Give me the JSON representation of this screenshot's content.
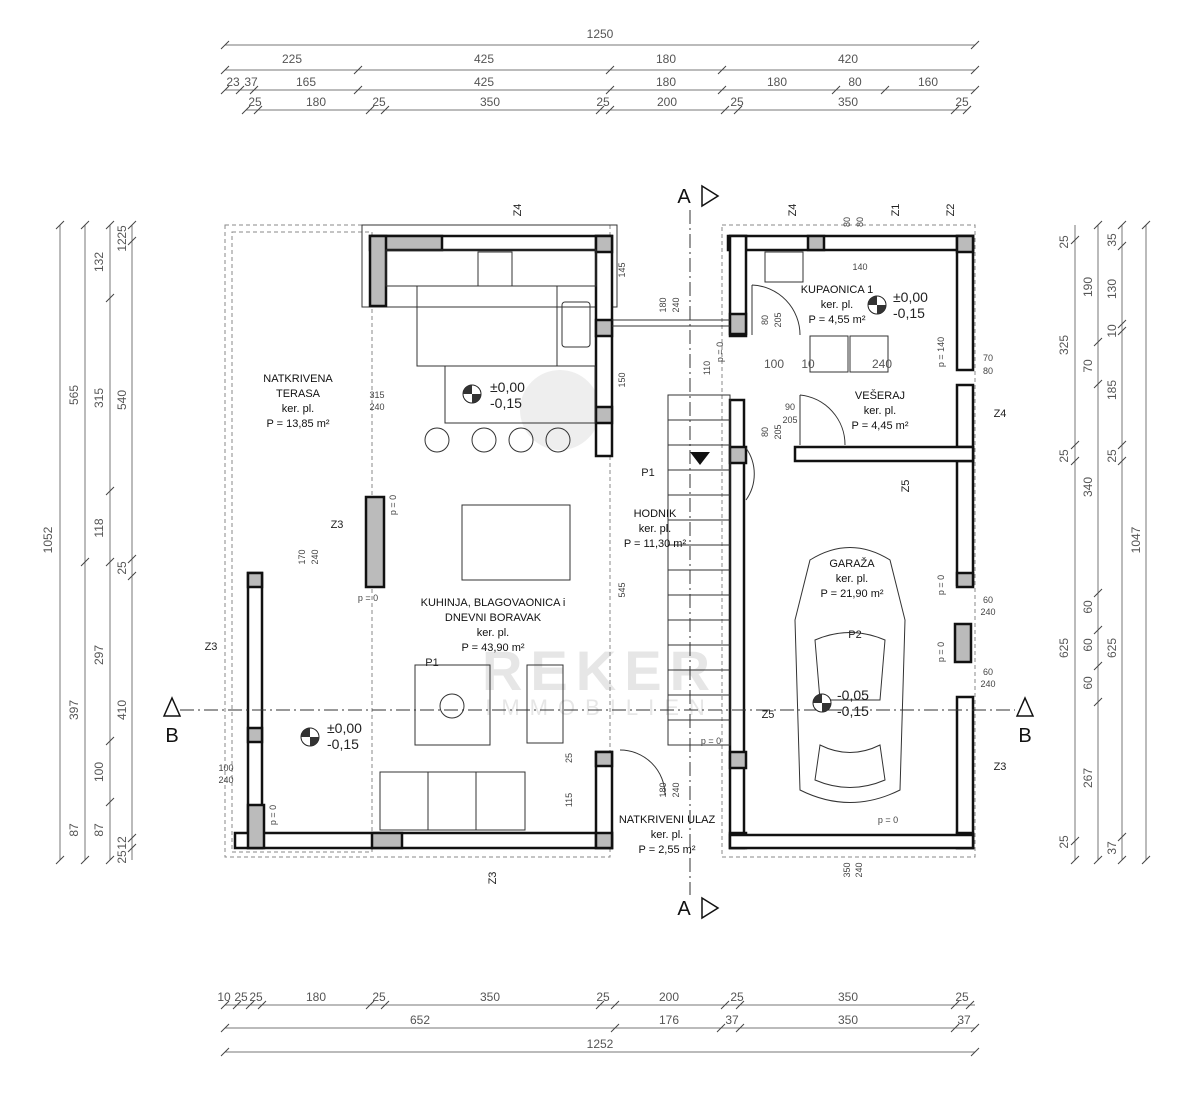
{
  "dims": {
    "top": {
      "total": "1250",
      "row2": [
        "225",
        "425",
        "180",
        "420"
      ],
      "row3": [
        "23",
        "37",
        "165",
        "425",
        "180",
        "180",
        "80",
        "160"
      ],
      "row4": [
        "25",
        "180",
        "25",
        "350",
        "25",
        "200",
        "25",
        "350",
        "25"
      ]
    },
    "bottom": {
      "row1": [
        "10",
        "25",
        "25",
        "180",
        "25",
        "350",
        "25",
        "200",
        "25",
        "350",
        "25"
      ],
      "row2": [
        "652",
        "176",
        "37",
        "350",
        "37"
      ],
      "total": "1252"
    },
    "left": {
      "total": "1052",
      "col2": [
        "565",
        "397",
        "87"
      ],
      "col3": [
        "132",
        "315",
        "118",
        "297",
        "100",
        "87"
      ],
      "col4": [
        "25",
        "12",
        "540",
        "25",
        "410",
        "12",
        "25"
      ]
    },
    "right": {
      "col1": [
        "25",
        "325",
        "25",
        "625",
        "25"
      ],
      "col2": [
        "190",
        "70",
        "340",
        "60",
        "60",
        "60",
        "267"
      ],
      "col3": [
        "35",
        "130",
        "10",
        "185",
        "25",
        "625",
        "37"
      ],
      "total": "1047"
    }
  },
  "rooms": {
    "terasa": {
      "name1": "NATKRIVENA",
      "name2": "TERASA",
      "floor": "ker. pl.",
      "area": "P = 13,85 m²"
    },
    "kuhinja": {
      "name1": "KUHINJA, BLAGOVAONICA i",
      "name2": "DNEVNI BORAVAK",
      "floor": "ker. pl.",
      "area": "P = 43,90 m²"
    },
    "hodnik": {
      "name": "HODNIK",
      "floor": "ker. pl.",
      "area": "P = 11,30 m²"
    },
    "ulaz": {
      "name": "NATKRIVENI ULAZ",
      "floor": "ker. pl.",
      "area": "P = 2,55 m²"
    },
    "kupaonica": {
      "name": "KUPAONICA 1",
      "floor": "ker. pl.",
      "area": "P = 4,55 m²"
    },
    "veseraj": {
      "name": "VEŠERAJ",
      "floor": "ker. pl.",
      "area": "P = 4,45 m²"
    },
    "garaza": {
      "name": "GARAŽA",
      "floor": "ker. pl.",
      "area": "P = 21,90 m²"
    }
  },
  "levels": {
    "zero": "±0,00",
    "minus015": "-0,15",
    "minus005": "-0,05"
  },
  "sections": {
    "a": "A",
    "b": "B"
  },
  "tags": {
    "z1": "Z1",
    "z2": "Z2",
    "z3": "Z3",
    "z4": "Z4",
    "z5": "Z5",
    "p1": "P1",
    "p2": "P2"
  },
  "openings": {
    "o1": "315",
    "o1b": "240",
    "o2": "170",
    "o2b": "240",
    "o3": "180",
    "o3b": "240",
    "o4": "100",
    "o4b": "240",
    "o5": "180",
    "o5b": "240",
    "o6": "60",
    "o6b": "240",
    "o7": "350",
    "o7b": "240",
    "p0": "p = 0",
    "p140": "p = 140",
    "d80": "80",
    "d205": "205",
    "d90": "90",
    "d140": "140",
    "i145": "145",
    "i150": "150",
    "i545": "545",
    "i110": "110",
    "i115": "115",
    "i25": "25",
    "k100": "100",
    "k10": "10",
    "k240": "240",
    "r70": "70",
    "r80": "80"
  },
  "watermark": {
    "brand": "REKER",
    "sub": "IMMOBILIEN"
  }
}
